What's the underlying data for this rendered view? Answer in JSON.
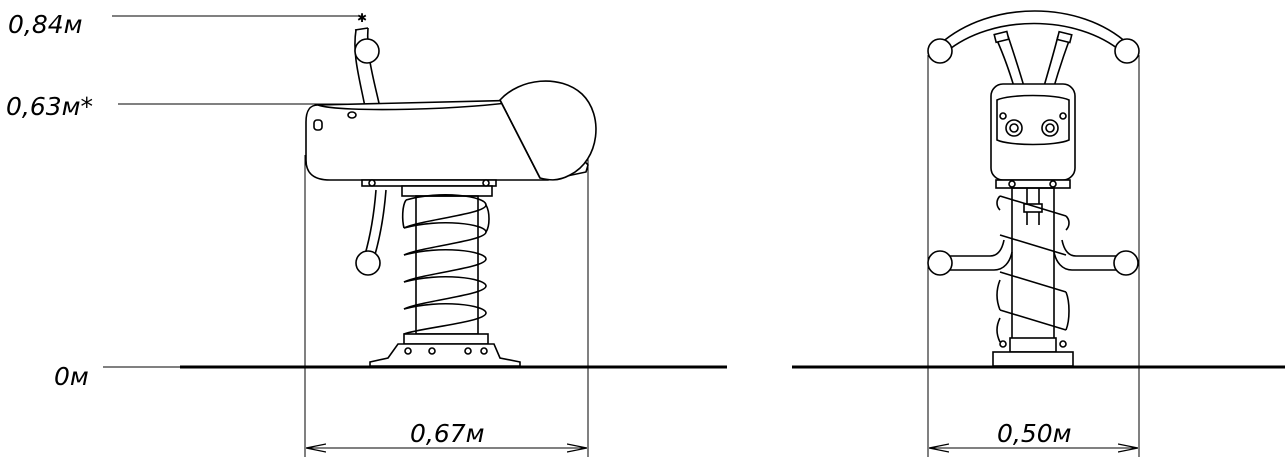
{
  "side_view": {
    "height_top_label": "0,84м",
    "height_seat_label": "0,63м*",
    "ground_label": "0м",
    "length_label": "0,67м"
  },
  "front_view": {
    "width_label": "0,50м"
  }
}
